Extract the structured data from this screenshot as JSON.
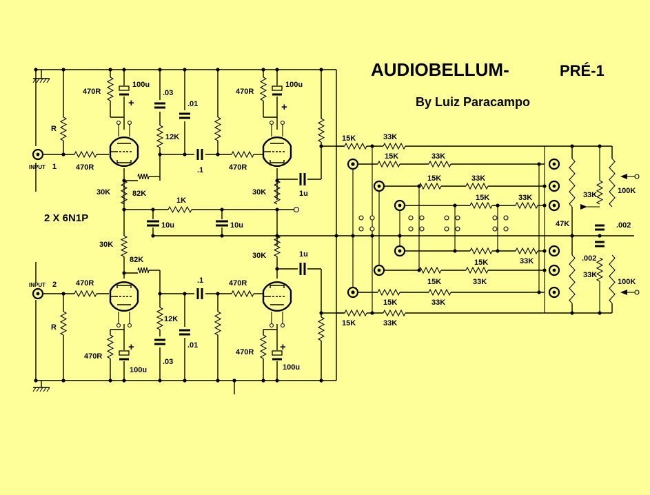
{
  "title": "AUDIOBELLUM-",
  "model": "PRÉ-1",
  "author": "By Luiz Paracampo",
  "tube_note": "2 X 6N1P",
  "inputs": [
    "INPUT",
    "1",
    "INPUT",
    "2"
  ],
  "labels": {
    "r470": "470R",
    "r_input": "R",
    "c100u": "100u",
    "c03": ".03",
    "c01": ".01",
    "c1": ".1",
    "c1u": "1u",
    "r12k": "12K",
    "r30k": "30K",
    "r82k": "82K",
    "r1k": "1K",
    "c10u": "10u",
    "r15k": "15K",
    "r33k": "33K",
    "r47k": "47K",
    "c002": ".002",
    "pot100k": "100K",
    "plus": "+"
  },
  "colors": {
    "background": "#ffff99",
    "ink": "#000000"
  }
}
